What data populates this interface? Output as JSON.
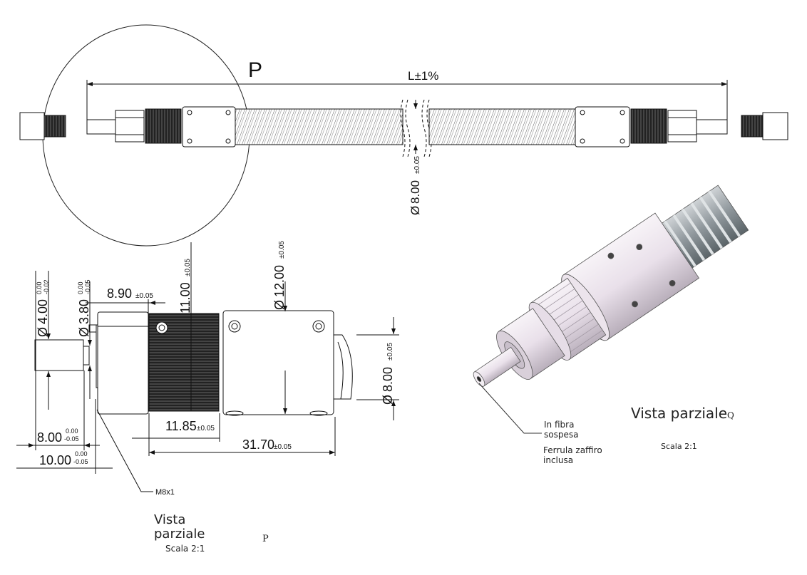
{
  "overview": {
    "detail_marker": "P",
    "length_label": "L±1%",
    "hose_diameter": "8.00",
    "hose_diameter_tol": "±0.05",
    "diameter_symbol": "Ø"
  },
  "detail_dimensions": {
    "d_ferrule": "4.00",
    "d_ferrule_tol_upper": "0.00",
    "d_ferrule_tol_lower": "-0.02",
    "d_tip": "3.80",
    "d_tip_tol_upper": "0.00",
    "d_tip_tol_lower": "-0.05",
    "len_890": "8.90",
    "len_890_tol": "±0.05",
    "len_1100": "11.00",
    "len_1100_tol": "±0.05",
    "d_body": "12.00",
    "d_body_tol": "±0.05",
    "d_tail": "8.00",
    "d_tail_tol": "±0.05",
    "len_800": "8.00",
    "len_800_tol_upper": "0.00",
    "len_800_tol_lower": "-0.05",
    "len_1000": "10.00",
    "len_1000_tol_upper": "0.00",
    "len_1000_tol_lower": "-0.05",
    "len_1185": "11.85",
    "len_1185_tol": "±0.05",
    "len_3170": "31.70",
    "len_3170_tol": "±0.05",
    "thread": "M8x1"
  },
  "iso_view": {
    "callout_1": "In fibra",
    "callout_2": "sospesa",
    "callout_3": "Ferrula zaffiro",
    "callout_4": "inclusa",
    "title": "Vista parziale",
    "marker": "Q",
    "scale": "Scala 2:1"
  },
  "detail_caption": {
    "title_1": "Vista",
    "title_2": "parziale",
    "marker": "P",
    "scale": "Scala 2:1"
  },
  "colors": {
    "line": "#111111",
    "render_body": "#ece4ec",
    "render_shadow": "#b9afbb"
  }
}
